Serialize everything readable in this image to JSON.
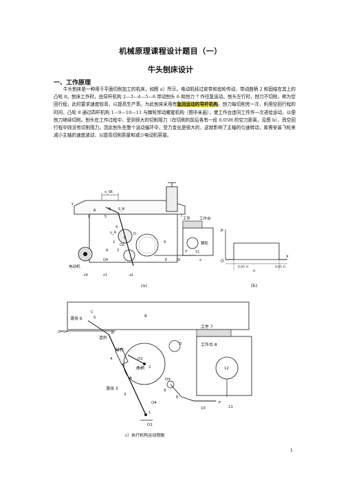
{
  "title": "机械原理课程设计题目（一）",
  "subtitle": "牛头刨床设计",
  "section_heading": "一、工作原理",
  "paragraph": {
    "before_highlight": "牛头刨床是一种用于平面切削加工的机床，如图 a）所示。电动机经过皮带和齿轮传动，带动曲柄 2 和固结在其上的凸轮 8。刨床工作时，由导杆机构 2—3—4—5—6 带动刨头 6 和刨刀 7 作往复运动。刨头左行时，刨刀不切削，称为空回行程，此时要求速度较高，以提高生产率。为此刨床采用有",
    "highlight": "急回运动的导杆机构",
    "after_highlight": "。刨刀每切削完一次，利用空回行程的时间，凸轮 8 通过四杆机构 1—9—10—11 与棘轮带动螺旋机构（图中未画），使工作台连同工件作一次进给运动，以便刨刀继续切削。刨头在工作过程中，受到很大的切削阻力（在切削的前后各有一段 0.05H 的空刀距离，见图 b），而空回行程中则没有切削阻力。因此刨头在整个运动循环中，受力变化是很大的，这就影响了主轴的匀速转动，故需安装飞轮来减小主轴的速度波动，以提高切削质量和减少电动机容量。"
  },
  "figure_a": {
    "caption": "(a)",
    "labels": {
      "motor": "电动机",
      "workpiece": "工件",
      "table": "工作台",
      "ratchet": "棘轮",
      "ya": "y_A",
      "sb": "S_B",
      "num6": "6",
      "num5": "5",
      "num4": "4",
      "num3": "3",
      "num2": "2",
      "num7": "7",
      "num8": "8",
      "num9": "9",
      "num10": "10",
      "num11": "11",
      "o2": "O2",
      "o4": "O4",
      "z1": "z1",
      "z2": "z2",
      "z0": "z0",
      "a": "A",
      "b": "B",
      "c": "C",
      "d": "D",
      "e": "E",
      "f": "F",
      "x": "x",
      "y": "y",
      "xs6": "x_S6"
    }
  },
  "figure_b": {
    "caption": "(b)",
    "p_label": "P",
    "x_label": "x",
    "o_label": "O",
    "dim_left": "0.05 H",
    "dim_right": "0.05 H",
    "dim_h": "H"
  },
  "figure_c": {
    "caption": "c）执行机构运动简图",
    "labels": {
      "slider6": "滑块 6",
      "rocker": "连杆",
      "guide": "导杆",
      "crank": "曲柄",
      "slider3": "滑块 3",
      "workpiece7": "工件 7",
      "table8": "工作台 8",
      "n6": "6",
      "n5": "5",
      "n4": "4",
      "n2": "2",
      "n3": "3",
      "n9": "9",
      "n10": "10",
      "n11": "11",
      "n1": "1",
      "n12": "12",
      "c": "C",
      "b": "B",
      "d": "D",
      "o2": "O2",
      "o4": "O4",
      "a": "A",
      "e": "E",
      "f": "F",
      "o9": "O9",
      "o1": "O1"
    }
  },
  "page_number": "1"
}
